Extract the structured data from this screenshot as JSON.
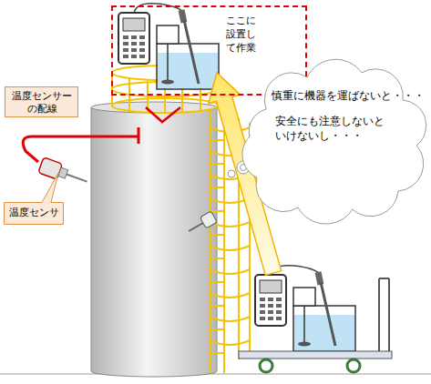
{
  "diagram": {
    "nodes": [
      {
        "text": [
          "ここに設置して作業"
        ]
      },
      {
        "text": [
          "温度センサーの配線"
        ]
      },
      {
        "text": [
          "温度センサ"
        ]
      },
      {
        "text": [
          "慎重に機器を運ばないと・・・",
          "安全にも注意しないと いけないし・・・"
        ]
      }
    ]
  }
}
